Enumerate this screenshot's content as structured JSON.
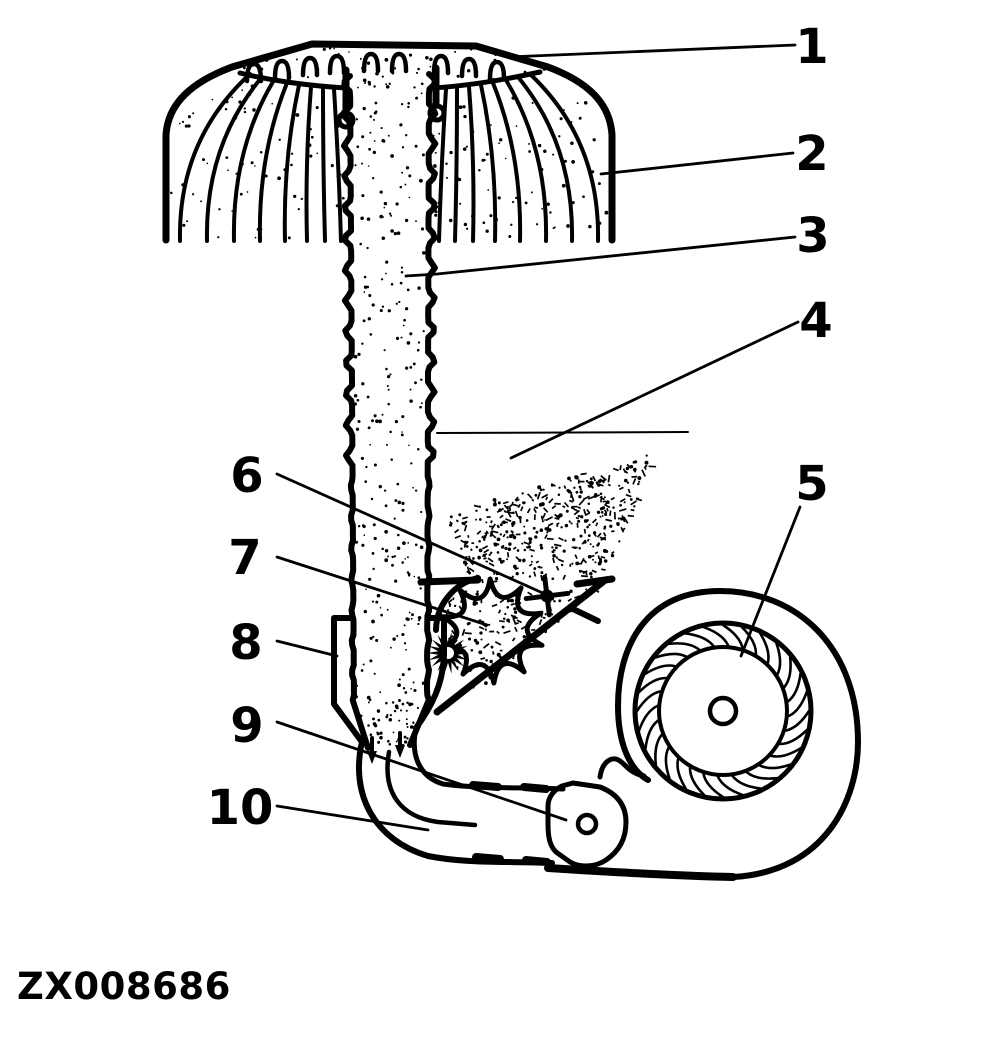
{
  "figure": {
    "code": "ZX008686",
    "ink_color": "#000000",
    "background_color": "#ffffff",
    "callouts": [
      {
        "label": "1"
      },
      {
        "label": "2"
      },
      {
        "label": "3"
      },
      {
        "label": "4"
      },
      {
        "label": "5"
      },
      {
        "label": "6"
      },
      {
        "label": "7"
      },
      {
        "label": "8"
      },
      {
        "label": "9"
      },
      {
        "label": "10"
      }
    ]
  }
}
